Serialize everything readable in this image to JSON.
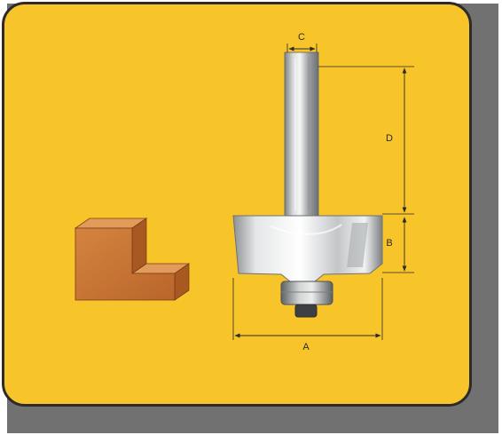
{
  "diagram": {
    "dimension_labels": {
      "a": "A",
      "b": "B",
      "c": "C",
      "d": "D"
    }
  },
  "colors": {
    "background_panel": "#727171",
    "card": "#f7c42a",
    "card_border": "#2b2b2b",
    "wood": "#c9773a",
    "steel": "#c9cbcc"
  }
}
